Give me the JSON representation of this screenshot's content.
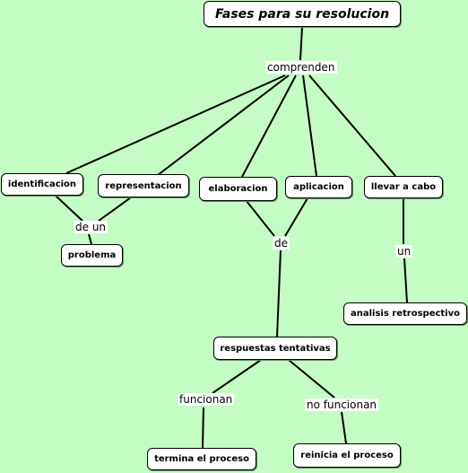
{
  "title": "Fases para su resolucion",
  "links": {
    "comprenden": "comprenden",
    "de_un": "de un",
    "de": "de",
    "un": "un",
    "funcionan": "funcionan",
    "no_funcionan": "no funcionan"
  },
  "nodes": {
    "identificacion": "identificacion",
    "representacion": "representacion",
    "elaboracion": "elaboracion",
    "aplicacion": "aplicacion",
    "llevar_a_cabo": "llevar a cabo",
    "problema": "problema",
    "analisis_retrospectivo": "analisis retrospectivo",
    "respuestas_tentativas": "respuestas tentativas",
    "termina_el_proceso": "termina el proceso",
    "reinicia_el_proceso": "reinicia el proceso"
  }
}
